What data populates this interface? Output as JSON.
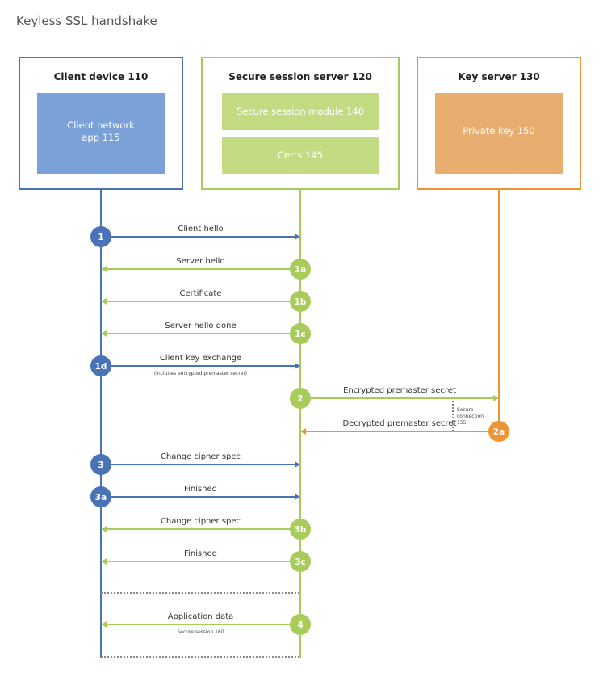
{
  "title": "Keyless SSL handshake",
  "colors": {
    "blue": "#4a72b7",
    "blue_fill": "#7aa2d9",
    "green": "#a8cc5a",
    "green_fill": "#c3dc84",
    "orange": "#ee9433",
    "orange_fill": "#e8ae70",
    "separator": "#8a8a8a"
  },
  "columns": {
    "client": {
      "title": "Client device 110",
      "inner": [
        "Client network",
        "app 115"
      ]
    },
    "server": {
      "title": "Secure session server 120",
      "module": "Secure session module 140",
      "certs": "Certs 145"
    },
    "key": {
      "title": "Key server 130",
      "inner": "Private key 150"
    }
  },
  "messages": [
    {
      "badge": "1",
      "label": "Client hello",
      "from": "client",
      "to": "server"
    },
    {
      "badge": "1a",
      "label": "Server hello",
      "from": "server",
      "to": "client"
    },
    {
      "badge": "1b",
      "label": "Certificate",
      "from": "server",
      "to": "client"
    },
    {
      "badge": "1c",
      "label": "Server hello done",
      "from": "server",
      "to": "client"
    },
    {
      "badge": "1d",
      "label": "Client key exchange",
      "sublabel": "(includes encrypted premaster secret)",
      "from": "client",
      "to": "server"
    },
    {
      "badge": "2",
      "label": "Encrypted premaster secret",
      "from": "server",
      "to": "key"
    },
    {
      "badge": "2a",
      "label": "Decrypted premaster secret",
      "from": "key",
      "to": "server"
    },
    {
      "badge": "3",
      "label": "Change cipher spec",
      "from": "client",
      "to": "server"
    },
    {
      "badge": "3a",
      "label": "Finished",
      "from": "client",
      "to": "server"
    },
    {
      "badge": "3b",
      "label": "Change cipher spec",
      "from": "server",
      "to": "client"
    },
    {
      "badge": "3c",
      "label": "Finished",
      "from": "server",
      "to": "client"
    },
    {
      "badge": "4",
      "label": "Application data",
      "sublabel": "Secure session 160",
      "from": "server",
      "to": "client"
    }
  ],
  "secure_connection": [
    "Secure",
    "connection",
    "155"
  ]
}
